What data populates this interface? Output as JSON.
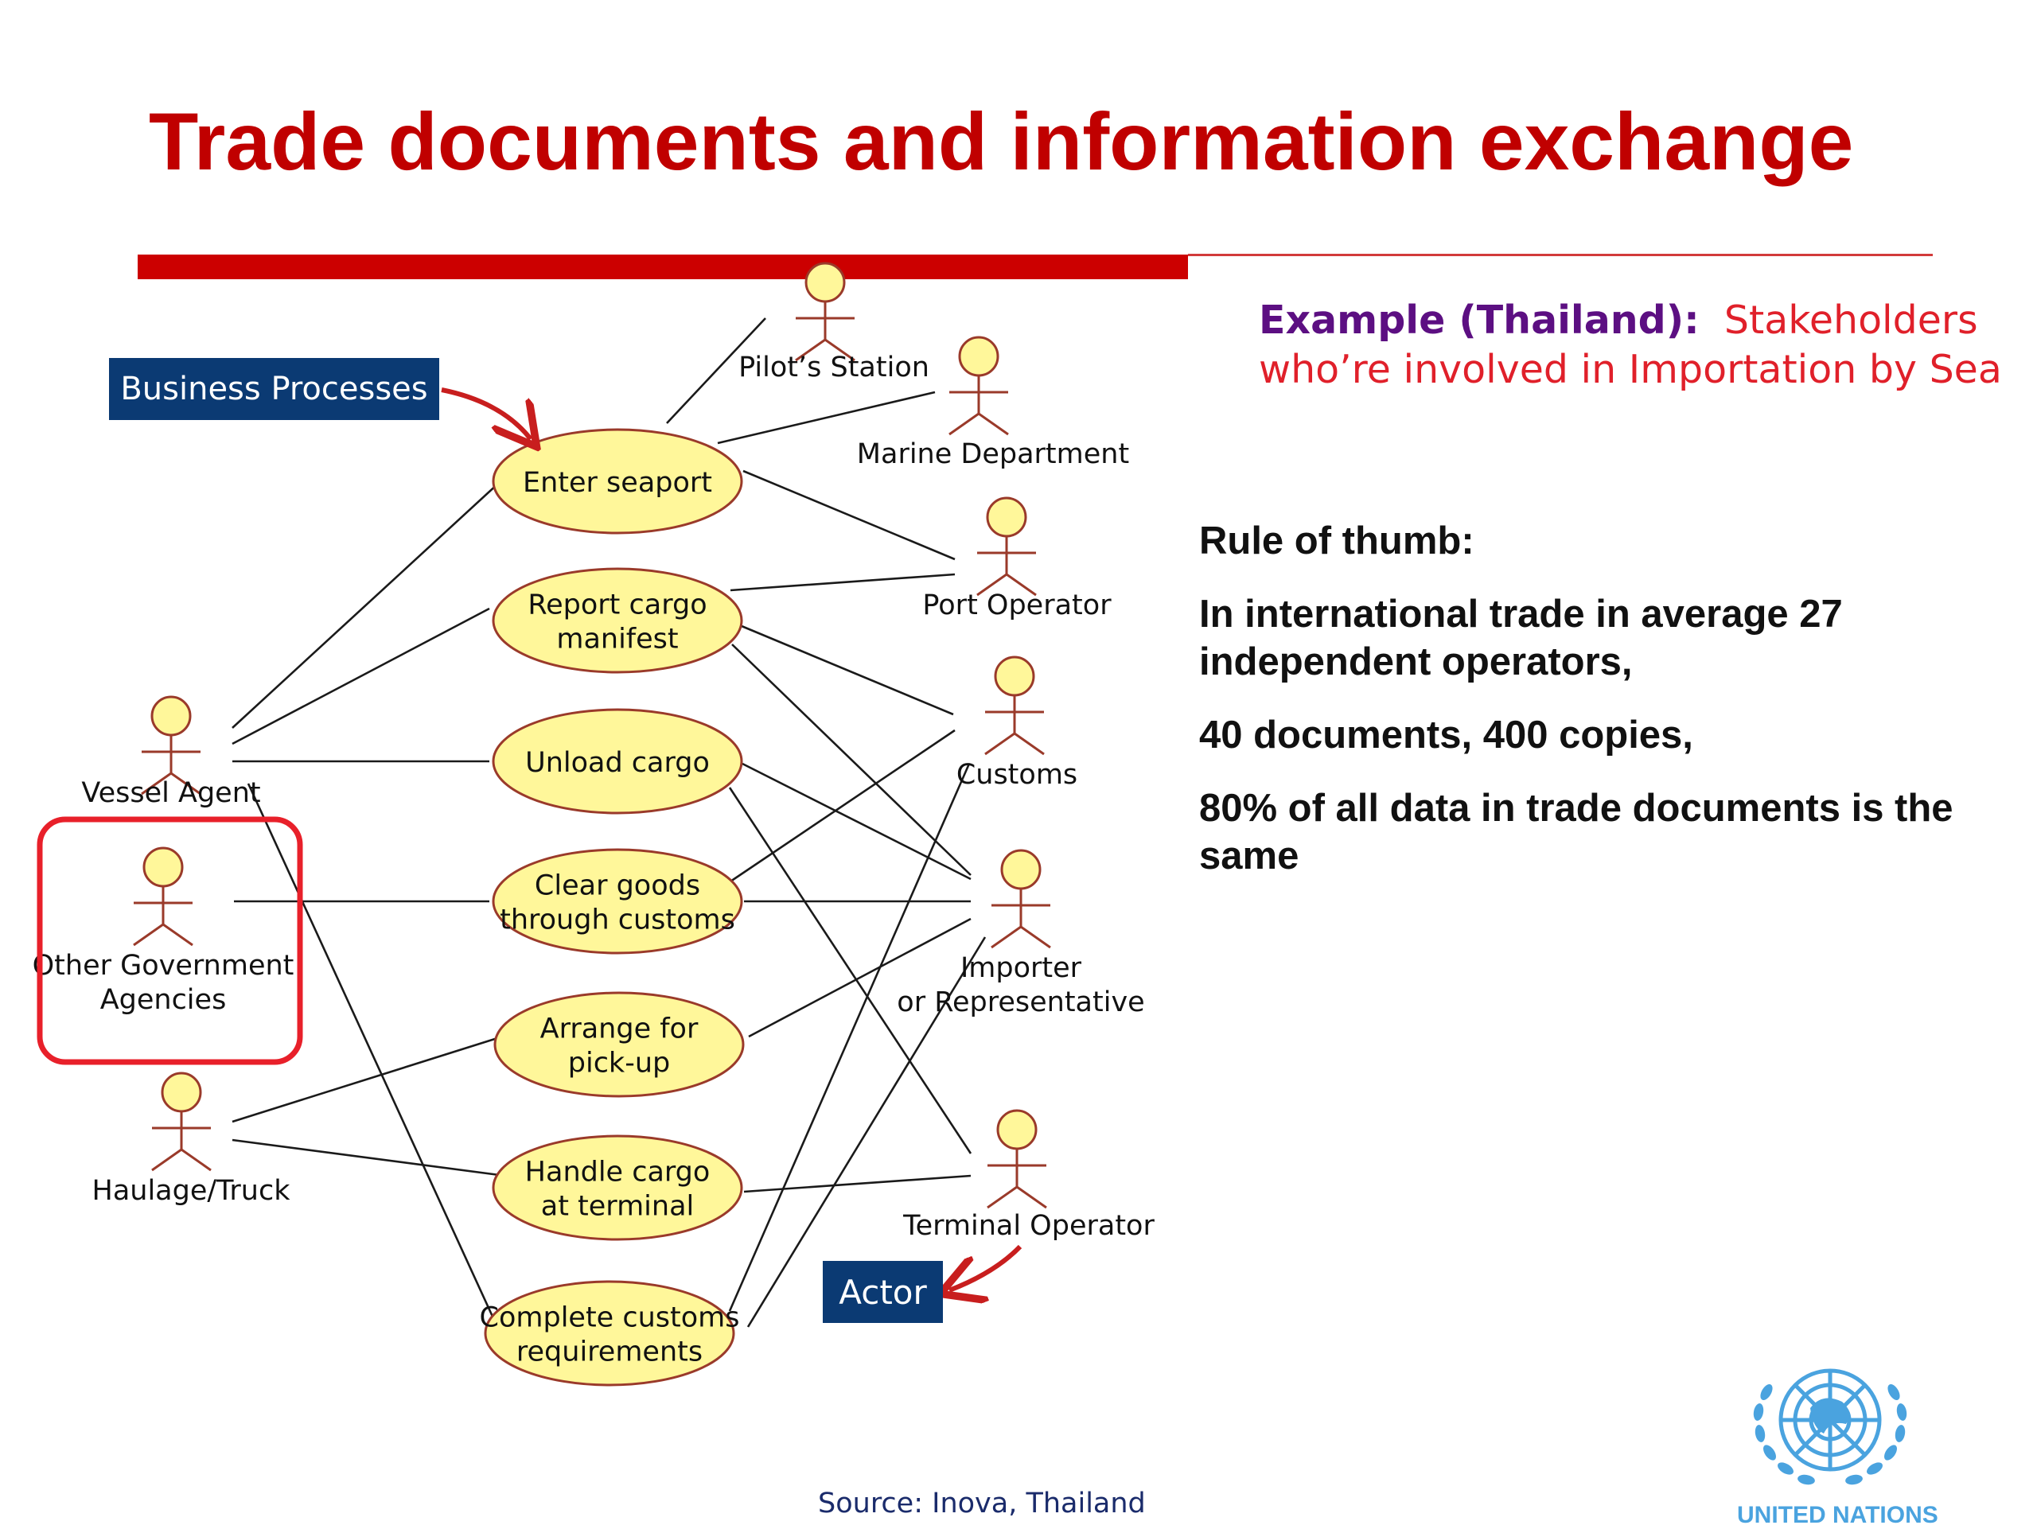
{
  "title": "Trade documents and information exchange",
  "colors": {
    "title_red": "#c00000",
    "navy_label": "#0b3a73",
    "usecase_fill": "#fff79a",
    "usecase_stroke": "#9a3a2a",
    "example_purple": "#5c0f82",
    "example_red": "#e0202a",
    "un_blue": "#4aa3df"
  },
  "labels": {
    "business_processes": "Business Processes",
    "actor": "Actor"
  },
  "example": {
    "heading": "Example (Thailand):",
    "body": "Stakeholders who’re involved in Importation by Sea"
  },
  "rules": {
    "heading": "Rule of thumb:",
    "line1": "In international trade in average 27 independent operators,",
    "line2": "40 documents, 400 copies,",
    "line3": "80% of all data in trade documents is the same"
  },
  "diagram": {
    "use_cases": [
      {
        "id": "uc1",
        "lines": [
          "Enter seaport"
        ]
      },
      {
        "id": "uc2",
        "lines": [
          "Report cargo",
          "manifest"
        ]
      },
      {
        "id": "uc3",
        "lines": [
          "Unload cargo"
        ]
      },
      {
        "id": "uc4",
        "lines": [
          "Clear goods",
          "through customs"
        ]
      },
      {
        "id": "uc5",
        "lines": [
          "Arrange for",
          "pick-up"
        ]
      },
      {
        "id": "uc6",
        "lines": [
          "Handle cargo",
          "at terminal"
        ]
      },
      {
        "id": "uc7",
        "lines": [
          "Complete customs",
          "requirements"
        ]
      }
    ],
    "actors": [
      {
        "id": "a1",
        "lines": [
          "Vessel Agent"
        ]
      },
      {
        "id": "a2",
        "lines": [
          "Other Government",
          "Agencies"
        ],
        "highlighted": true
      },
      {
        "id": "a3",
        "lines": [
          "Haulage/Truck"
        ]
      },
      {
        "id": "a4",
        "lines": [
          "Pilot’s Station"
        ]
      },
      {
        "id": "a5",
        "lines": [
          "Marine Department"
        ]
      },
      {
        "id": "a6",
        "lines": [
          "Port Operator"
        ]
      },
      {
        "id": "a7",
        "lines": [
          "Customs"
        ]
      },
      {
        "id": "a8",
        "lines": [
          "Importer",
          "or Representative"
        ]
      },
      {
        "id": "a9",
        "lines": [
          "Terminal Operator"
        ]
      }
    ]
  },
  "source": "Source: Inova, Thailand",
  "logo": {
    "icon": "un-emblem-icon",
    "text": "UNITED NATIONS"
  }
}
